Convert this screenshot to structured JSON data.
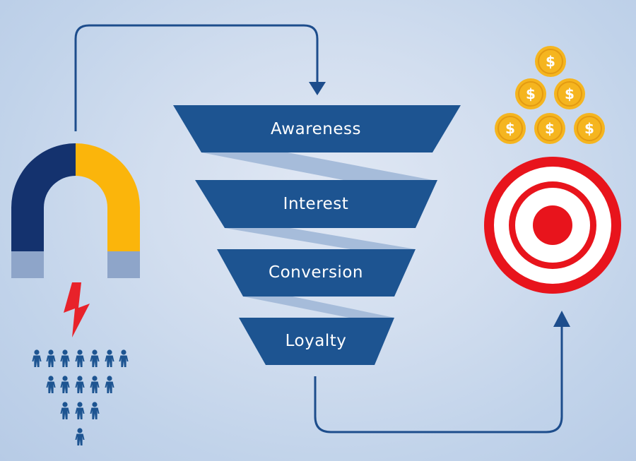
{
  "funnel": {
    "stages": [
      {
        "label": "Awareness"
      },
      {
        "label": "Interest"
      },
      {
        "label": "Conversion"
      },
      {
        "label": "Loyalty"
      }
    ]
  },
  "coins": {
    "symbol": "$",
    "count": 6
  },
  "people": {
    "rows": [
      7,
      5,
      3,
      1
    ]
  },
  "icons": {
    "magnet": "magnet-icon",
    "lightning": "lightning-icon",
    "people": "people-icon",
    "coins": "dollar-coin-icon",
    "target": "target-icon"
  },
  "colors": {
    "funnel_blue": "#1d5491",
    "funnel_ribbon": "#a6bcda",
    "arrow": "#1d4d8c",
    "magnet_left": "#14326e",
    "magnet_right": "#fbb50b",
    "magnet_tips": "#8ea5c9",
    "lightning": "#e8222a",
    "people": "#1d5491",
    "coin_fill": "#f5b51f",
    "target_red": "#e8141c"
  }
}
